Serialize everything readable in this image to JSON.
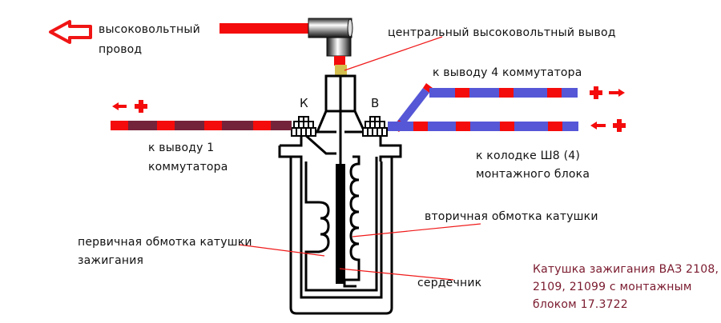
{
  "diagram": {
    "title": "Катушка зажигания ВАЗ 2108, 2109, 21099 с монтажным блоком 17.3722",
    "caption_lines": [
      "Катушка зажигания ВАЗ 2108,",
      "2109, 21099 с монтажным",
      "блоком 17.3722"
    ],
    "terminals": {
      "k": "К",
      "b": "В"
    },
    "labels": {
      "hv_wire_line1": "высоковольтный",
      "hv_wire_line2": "провод",
      "central_hv_output": "центральный высоковольтный вывод",
      "to_commutator_4": "к выводу 4 коммутатора",
      "to_commutator_1_line1": "к выводу 1",
      "to_commutator_1_line2": "коммутатора",
      "to_block_line1": "к колодке Ш8 (4)",
      "to_block_line2": "монтажного блока",
      "secondary_winding": "вторичная обмотка катушки",
      "primary_winding_line1": "первичная обмотка катушки",
      "primary_winding_line2": "зажигания",
      "core": "сердечник"
    },
    "polarity": {
      "left_wire": "+",
      "right_top_wire": "+",
      "right_bottom_wire": "+"
    },
    "colors": {
      "wire_red": "#f40b0b",
      "wire_maroon": "#74243a",
      "wire_blue": "#5557d6",
      "leader_line": "#f01a1a",
      "caption": "#7a1a2e",
      "contact_gold": "#d4bf4e"
    }
  }
}
